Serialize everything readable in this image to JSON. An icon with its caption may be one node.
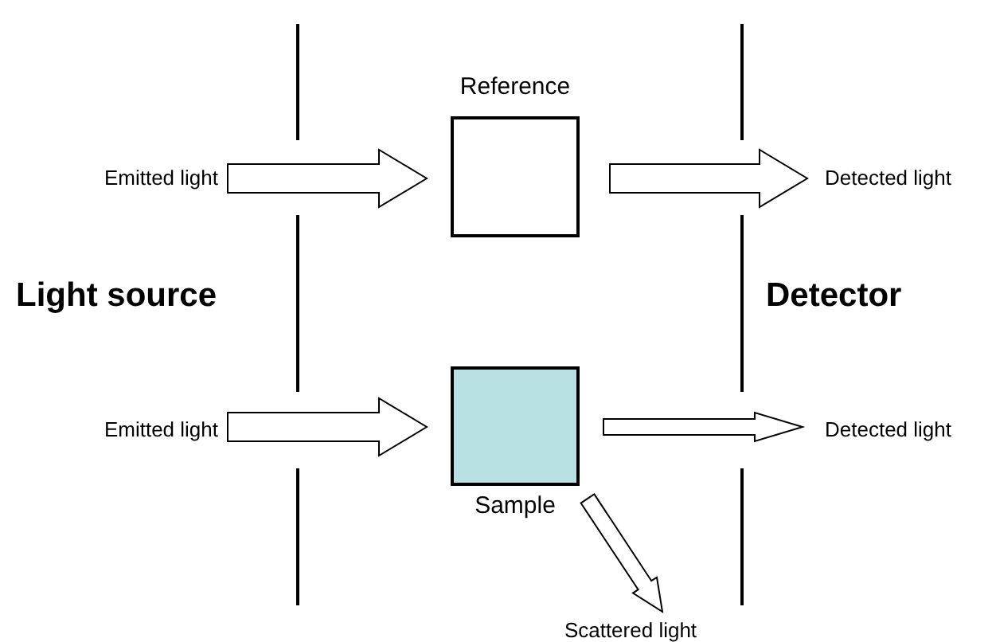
{
  "diagram": {
    "nodes": [
      {
        "text": [
          "Emitted light"
        ]
      },
      {
        "text": [
          "Reference"
        ]
      },
      {
        "text": [
          "Detected light"
        ]
      },
      {
        "text": [
          "Emitted light"
        ]
      },
      {
        "text": [
          "Sample"
        ]
      },
      {
        "text": [
          "Detected light"
        ]
      },
      {
        "text": [
          "Scattered light"
        ]
      }
    ],
    "edges": [
      {
        "from": 0,
        "to": 1,
        "arrow": "to"
      },
      {
        "from": 1,
        "to": 2,
        "arrow": "to"
      },
      {
        "from": 3,
        "to": 4,
        "arrow": "to"
      },
      {
        "from": 4,
        "to": 5,
        "arrow": "to"
      },
      {
        "from": 4,
        "to": 6,
        "arrow": "to"
      }
    ],
    "labels": [
      "Light source",
      "Detector"
    ]
  }
}
